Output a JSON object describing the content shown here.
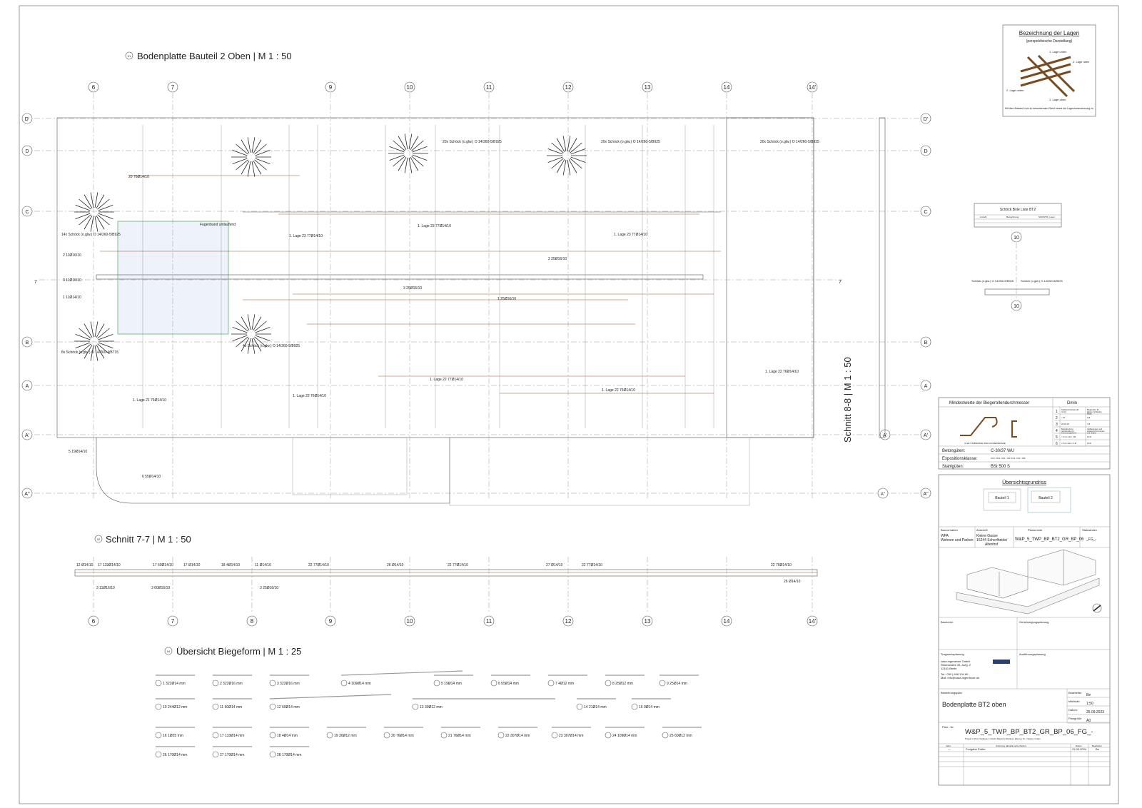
{
  "views": {
    "plan": {
      "num": "01",
      "title": "Bodenplatte Bauteil 2 Oben | M  1 : 50"
    },
    "section77": {
      "num": "02",
      "title": "Schnitt 7-7 | M  1 : 50"
    },
    "section88": {
      "num": "03",
      "title": "Schnitt 8-8 | M  1 : 50"
    },
    "bending": {
      "num": "04",
      "title": "Übersicht Biegeform | M  1 : 25"
    }
  },
  "grid": {
    "columns_top": [
      "6",
      "7",
      "9",
      "10",
      "11",
      "12",
      "13",
      "14",
      "14'"
    ],
    "columns_bottom": [
      "6",
      "7",
      "8",
      "9",
      "10",
      "11",
      "12",
      "13",
      "14",
      "14'"
    ],
    "rows": [
      "D'",
      "D",
      "C",
      "B",
      "A",
      "A'",
      "A''"
    ],
    "section_mark": "7"
  },
  "plan_labels": [
    "20x Schöck (o.glw.) O 14/260-5/B925",
    "20x Schöck (o.glw.) O 14/260-5/B925",
    "20x Schöck (o.glw.) O 14/260-5/B925",
    "14x Schöck (o.glw.) O 14/260-5/B925",
    "8x Schöck (o.glw.) O 14/260-4/B715",
    "4x Schöck (o.glw.) O 14/260-5/B925",
    "1. Lage 23 77Ø14/10",
    "1. Lage 23 77Ø14/10",
    "1. Lage 23 77Ø14/10",
    "1. Lage 22 77Ø14/10",
    "1. Lage 22 76Ø14/10",
    "1. Lage 22 76Ø14/10",
    "1. Lage 21 76Ø14/10",
    "1. Lage 22 76Ø14/10",
    "20 76Ø14/10",
    "2 25Ø16/10",
    "3 25Ø16/10",
    "1 25Ø16/10",
    "2 11Ø16/10",
    "3 11Ø16/10",
    "1 11Ø14/10",
    "5 19Ø14/10",
    "6 55Ø14/10",
    "Fugenband umlaufend"
  ],
  "section77_labels": [
    "12 Ø14/10",
    "17 133Ø14/10",
    "17 60Ø14/10",
    "17 Ø14/10",
    "18 4Ø14/10",
    "11 Ø14/10",
    "22 77Ø14/10",
    "26 Ø14/10",
    "22 77Ø14/10",
    "27 Ø14/10",
    "22 77Ø14/10",
    "22 76Ø14/10",
    "3 11Ø16/10",
    "3 60Ø16/10",
    "3 25Ø16/10",
    "26 Ø14/10"
  ],
  "bending_forms": [
    "1 322Ø14 mm",
    "2 322Ø16 mm",
    "3 322Ø16 mm",
    "4 109Ø14 mm",
    "5 19Ø14 mm",
    "6 55Ø14 mm",
    "7 4Ø12 mm",
    "8 25Ø12 mm",
    "9 25Ø14 mm",
    "10 244Ø12 mm",
    "11 60Ø14 mm",
    "12 60Ø14 mm",
    "13 30Ø12 mm",
    "14 21Ø14 mm",
    "15 9Ø14 mm",
    "16 1Ø25 mm",
    "17 133Ø14 mm",
    "18 4Ø14 mm",
    "19 30Ø12 mm",
    "20 76Ø14 mm",
    "21 76Ø14 mm",
    "22 307Ø14 mm",
    "23 307Ø14 mm",
    "24 109Ø14 mm",
    "25 60Ø12 mm",
    "26 170Ø14 mm",
    "27 170Ø14 mm",
    "28 170Ø14 mm"
  ],
  "legend": {
    "title": "Bezeichnung der Lagen",
    "subtitle": "(perspektivische Darstellung)",
    "labels": [
      "1. Lage unten",
      "2. Lage unten",
      "2. Lage oben",
      "1. Lage oben"
    ],
    "note": "Mit dem Abstand vom zu bewehrenden Rand nimmt die Lagennummerierung zu"
  },
  "schoeck_list": {
    "title": "Schöck Bole Liste BT2",
    "headers": [
      "Anzahl",
      "Bezeichnung",
      "SOFISTIK_Layer"
    ]
  },
  "schoeck_detail": {
    "axis": "10",
    "left": "Schöck (o.glw.) O 14/260-5/B925",
    "right": "Schöck (o.glw.) O 14/260-5/B925"
  },
  "material": {
    "title": "Mindestwerte der Biegerollendurchmesser",
    "dmin": "Dmin",
    "rows": [
      [
        "1",
        "Stabdurchmesser (Ø (mm))",
        "Biegerollen für Haken, Schlaufen, Bügel"
      ],
      [
        "2",
        "< 20",
        "4 Ø"
      ],
      [
        "3",
        "20 bis 28",
        "7 Ø"
      ],
      [
        "4",
        "Betondeckung rechtwinklig zur Krümmungsebene",
        "Aufbiegungen und andere Krümmungen von Stäben"
      ],
      [
        "5",
        "> 5 cm und > 3 Ø",
        "10 Ø"
      ],
      [
        "6",
        "≤ 5 cm oder ≤ 3 Ø",
        "15 Ø"
      ]
    ],
    "note": "ALLE STABMASSE SIND AUSSENMASSE",
    "concrete_label": "Betongüten:",
    "concrete": "C-30/37 WU",
    "exposure_label": "Expositionsklasse:",
    "exposure": "XC3, XD1, XF1 / WF  XC2, XF1 / WF",
    "steel_label": "Stahlgüten:",
    "steel": "BSt 500 S"
  },
  "overview": {
    "title": "Übersichtsgrundriss",
    "part1": "Bauteil 1",
    "part2": "Bauteil 2"
  },
  "title_block": {
    "client_label": "Bauvorhaben",
    "client": "WPA",
    "client2": "Wohnen und Parken",
    "address_label": "Anschrift",
    "address1": "Kleine Gasse",
    "address2": "16244 Schorfheide/",
    "address3": "Altenhof",
    "plan_number_label": "Planummer",
    "plan_number": "W&P_5_TWP_BP_BT2_GR_BP_06",
    "status_label": "Statusindex",
    "status": "_FG_-",
    "owner_label": "Bauherrin",
    "approval_label": "Genehmigungsplanung",
    "structural_label": "Tragwerksplanung",
    "company": "casa Ingenieure GmbH",
    "street": "Rheinstraße 45, Aufg. 2",
    "city": "12161 Berlin",
    "phone": "Tel.: 030 | 698 104 60",
    "mail": "Mail: info@casa-ingenieure.de",
    "logo": "casa",
    "execution_label": "Ausführungsplanung",
    "plan_type_label": "Bewehrungsplan",
    "plan_title": "Bodenplatte BT2 oben",
    "editor_label": "Bearbeiter",
    "editor": "Be",
    "scale_label": "Maßstab",
    "scale": "1:50",
    "date_label": "Datum:",
    "date": "25.09.2023",
    "size_label": "Plangröße",
    "size": "A0",
    "plan_no_label": "Plan - Nr.",
    "plan_no": "W&P_5_TWP_BP_BT2_GR_BP_06_FG_-",
    "plan_no_legend": "Projekt | LPH | Verfasser | Inhalt | Bauteil | Planttyp | Ebene | Nr. | Status | Index",
    "rev_headers": [
      "Index",
      "Änderung (aktuelle sehe Weiter)",
      "Datum",
      "Bearbeiter"
    ],
    "rev_row": [
      "---",
      "Freigabe Prüfer",
      "21.03.2024",
      "Be"
    ]
  },
  "colors": {
    "rebar": "#a0522d",
    "slab": "#f2f2f2",
    "highlight": "#eef2fb",
    "highlight_border": "#5fb36a"
  }
}
